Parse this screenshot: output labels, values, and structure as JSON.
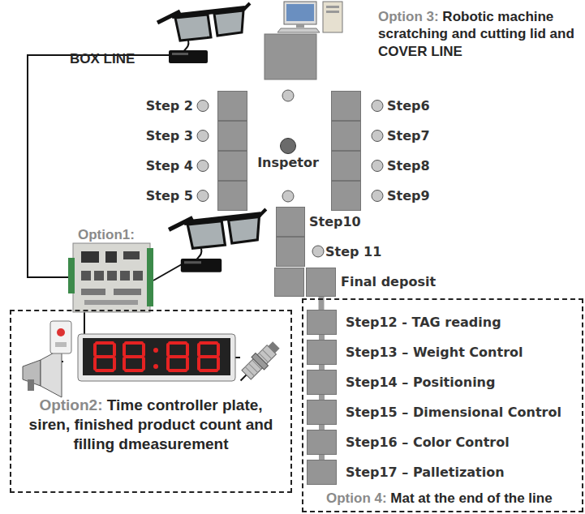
{
  "diagram": {
    "nodes": [
      {
        "text": [
          "Step 2"
        ]
      },
      {
        "text": [
          "Step 3"
        ]
      },
      {
        "text": [
          "Step 4"
        ]
      },
      {
        "text": [
          "Step 5"
        ]
      },
      {
        "text": [
          "Step6"
        ]
      },
      {
        "text": [
          "Step7"
        ]
      },
      {
        "text": [
          "Step8"
        ]
      },
      {
        "text": [
          "Step9"
        ]
      },
      {
        "text": [
          "Inspetor"
        ]
      },
      {
        "text": [
          "Step10"
        ]
      },
      {
        "text": [
          "Step 11"
        ]
      },
      {
        "text": [
          "Final deposit"
        ]
      },
      {
        "text": [
          "Option2:",
          "Time controller plate, siren, finished product count and filling dmeasurement"
        ]
      },
      {
        "text": [
          "Option 4:",
          "Mat at the end of the line"
        ]
      },
      {
        "text": [
          "Step12 - TAG reading"
        ],
        "in": 13
      },
      {
        "text": [
          "Step13 – Weight Control"
        ],
        "in": 13
      },
      {
        "text": [
          "Step14 – Positioning"
        ],
        "in": 13
      },
      {
        "text": [
          "Step15 – Dimensional Control"
        ],
        "in": 13
      },
      {
        "text": [
          "Step16 – Color Control"
        ],
        "in": 13
      },
      {
        "text": [
          "Step17 – Palletization"
        ],
        "in": 13
      }
    ],
    "edges": [
      {
        "from": 11,
        "to": 14,
        "arrow": "none"
      },
      {
        "from": 14,
        "to": 15,
        "arrow": "none"
      },
      {
        "from": 15,
        "to": 16,
        "arrow": "none"
      },
      {
        "from": 16,
        "to": 17,
        "arrow": "none"
      },
      {
        "from": 17,
        "to": 18,
        "arrow": "none"
      },
      {
        "from": 18,
        "to": 19,
        "arrow": "none"
      }
    ],
    "labels": [
      "BOX LINE",
      "Option 3:",
      "Robotic machine scratching and cutting lid and COVER LINE",
      "Option1:"
    ]
  }
}
